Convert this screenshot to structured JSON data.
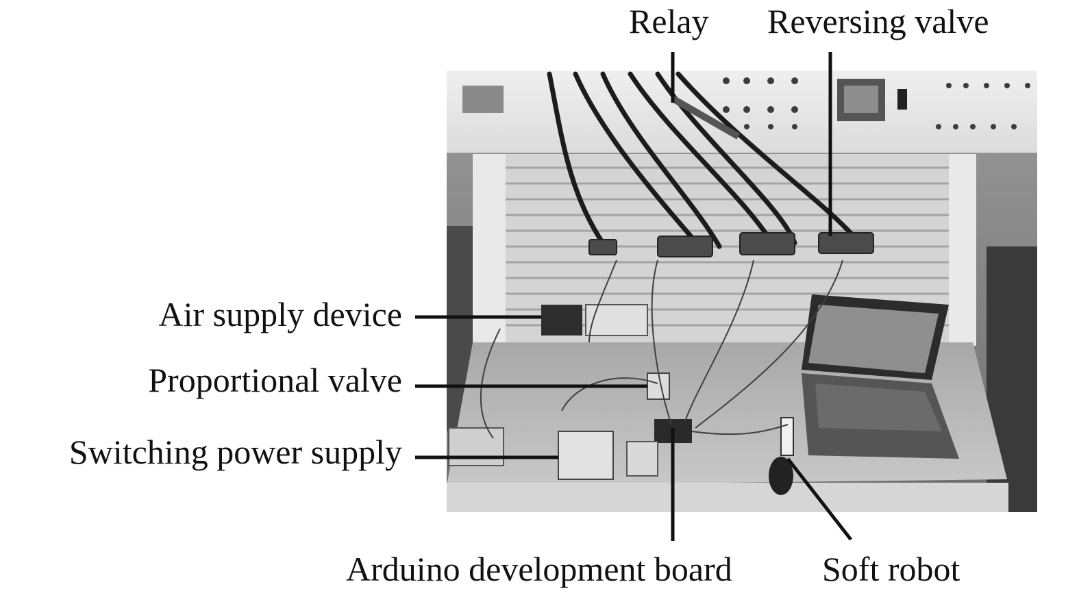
{
  "labels": {
    "relay": "Relay",
    "reversing_valve": "Reversing valve",
    "air_supply_device": "Air supply device",
    "proportional_valve": "Proportional valve",
    "switching_power_supply": "Switching power supply",
    "arduino_board": "Arduino development board",
    "soft_robot": "Soft robot"
  },
  "colors": {
    "leader": "#111111",
    "photo_background": "#8a8a8a",
    "table": "#b9b9b9",
    "panel": "#e6e6e6"
  }
}
